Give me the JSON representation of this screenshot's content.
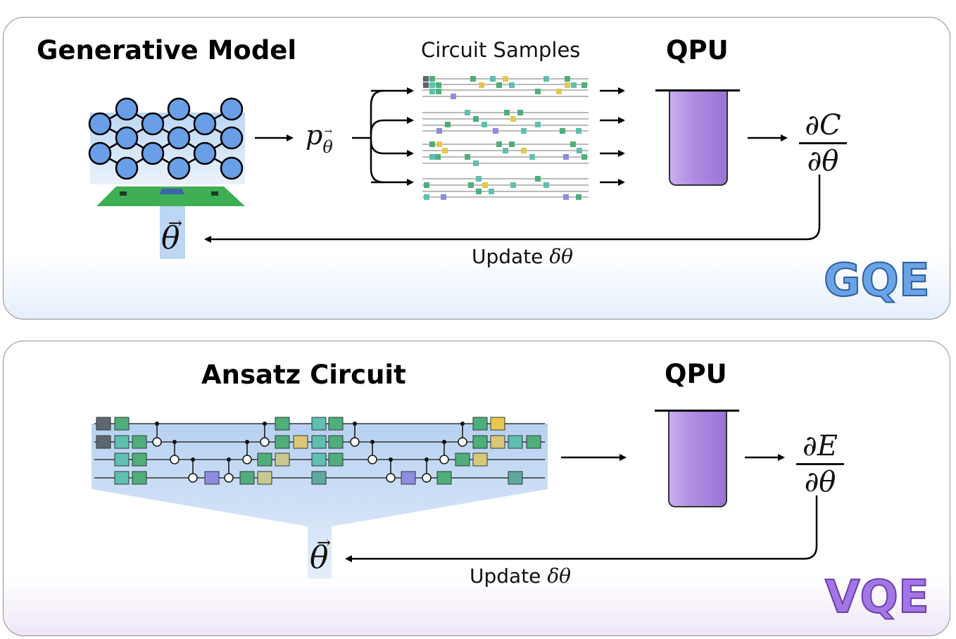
{
  "gqe": {
    "title": "Generative Model",
    "samples_label": "Circuit Samples",
    "qpu_label": "QPU",
    "p_symbol": "p",
    "p_subscript": "θ",
    "theta_symbol": "θ",
    "deriv_num": "∂C",
    "deriv_den": "∂θ",
    "update_text": "Update",
    "update_symbol": "δθ",
    "brand": "GQE"
  },
  "vqe": {
    "title": "Ansatz Circuit",
    "qpu_label": "QPU",
    "theta_symbol": "θ",
    "deriv_num": "∂E",
    "deriv_den": "∂θ",
    "update_text": "Update",
    "update_symbol": "δθ",
    "brand": "VQE"
  },
  "colors": {
    "node_fill": "#6a9ee6",
    "gate_teal": "#5fbfb0",
    "gate_green": "#4fae7a",
    "gate_yellow": "#e6c84f",
    "gate_purple": "#8e8ce0",
    "gate_gray": "#5d6770",
    "qpu_purple": "#b18de2"
  }
}
